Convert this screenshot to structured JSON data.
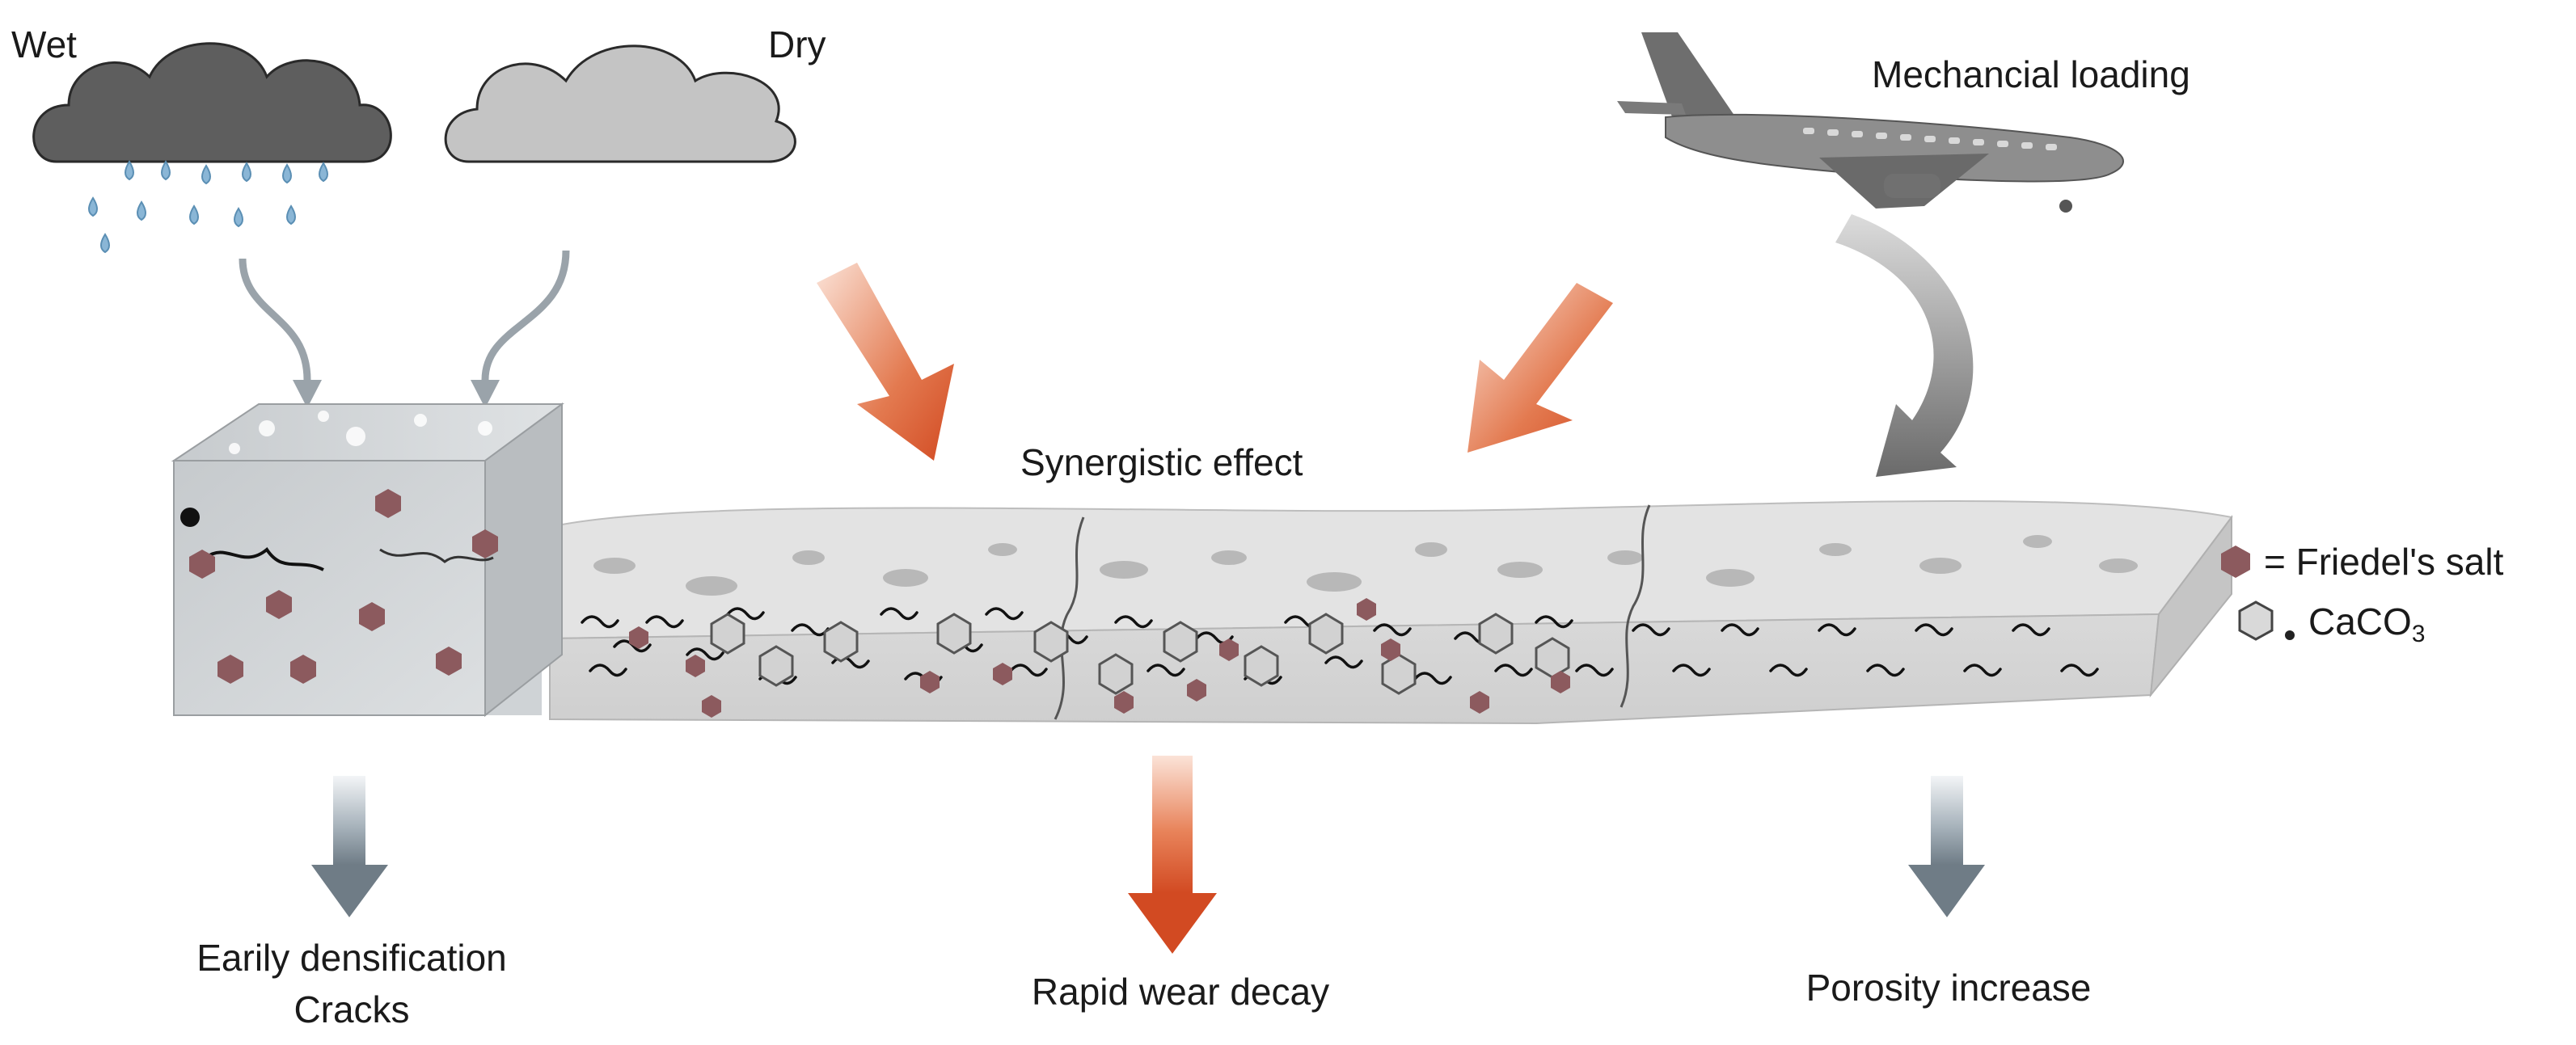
{
  "labels": {
    "wet": "Wet",
    "dry": "Dry",
    "mechanical_loading": "Mechancial loading",
    "synergistic_effect": "Synergistic effect",
    "early_densification": "Earily densification",
    "cracks": "Cracks",
    "rapid_wear_decay": "Rapid wear decay",
    "porosity_increase": "Porosity increase"
  },
  "legend": {
    "friedels_salt": "= Friedel's salt",
    "caco3_prefix": "CaCO",
    "caco3_subscript": "3"
  },
  "colors": {
    "friedels_salt": "#8c5a5e",
    "wet_cloud": "#5e5e5e",
    "dry_cloud": "#c4c4c4",
    "orange_arrow": "#d8542a",
    "grey_arrow": "#7d8a94",
    "crack_lines": "#111111",
    "rain_drop": "#8ab6d6"
  },
  "icons": [
    "wet-cloud-icon",
    "dry-cloud-icon",
    "airplane-icon",
    "hexagon-icon",
    "friedels-salt-icon"
  ]
}
